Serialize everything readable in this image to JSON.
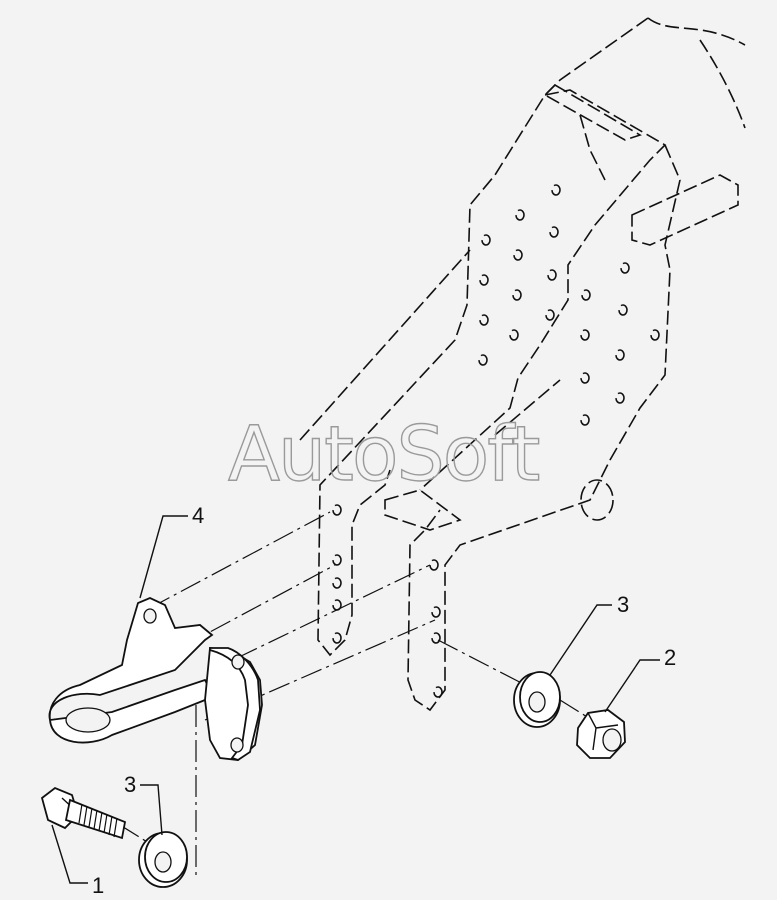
{
  "watermark": "AutoSoft",
  "callouts": {
    "bolt": "1",
    "nut": "2",
    "washer_right": "3",
    "washer_left": "3",
    "tow_bracket": "4"
  }
}
